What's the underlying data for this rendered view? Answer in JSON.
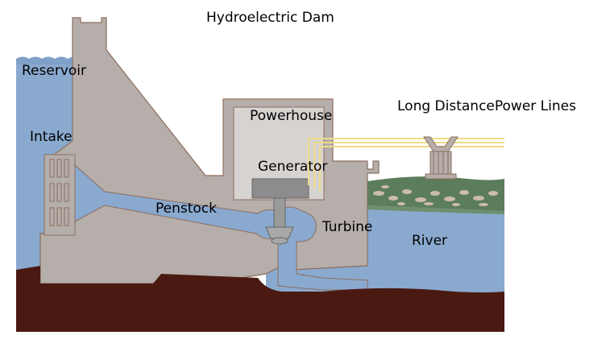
{
  "title": "Hydroelectric Dam",
  "labels": {
    "reservoir": "Reservoir",
    "intake": "Intake",
    "powerhouse": "Powerhouse",
    "generator": "Generator",
    "penstock": "Penstock",
    "turbine": "Turbine",
    "river": "River",
    "power_lines": "Long DistancePower Lines"
  },
  "colors": {
    "water": "#8aa9cf",
    "concrete": "#b5aeaa",
    "concrete_outline": "#8c6e5e",
    "powerhouse_interior": "#d6d3d1",
    "ground": "#4a1a12",
    "power_line": "#f0dc8a",
    "grass": "#5a7a5a",
    "rocks": "#c9b8a8"
  }
}
